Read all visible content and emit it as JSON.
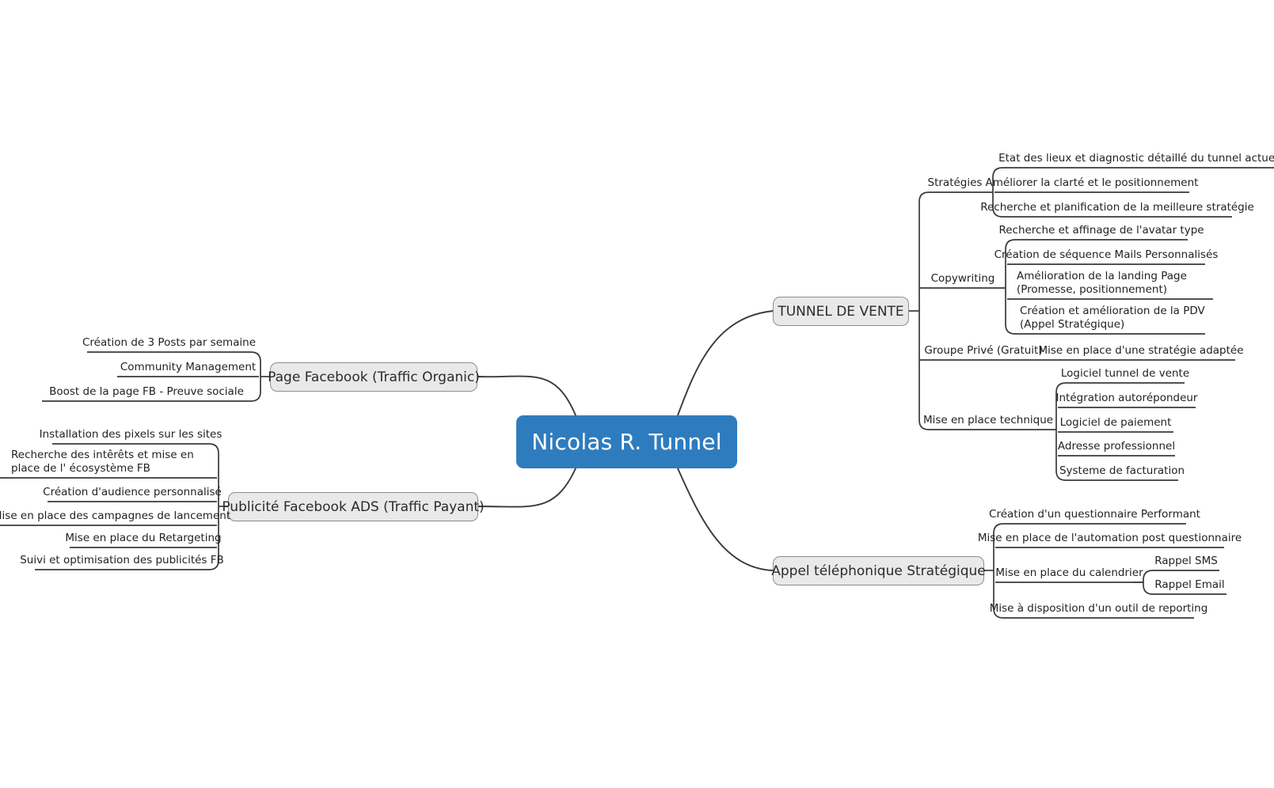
{
  "diagram": {
    "type": "mind-map",
    "title": "Nicolas R. Tunnel",
    "colors": {
      "root_fill": "#2e7cbe",
      "root_text": "#ffffff",
      "branch_fill": "#e9e9e9",
      "branch_border": "#8d8d8d",
      "connector": "#3a3a3a",
      "background": "#ffffff",
      "leaf_text": "#222222"
    },
    "root": {
      "label": "Nicolas R. Tunnel"
    },
    "branches": [
      {
        "id": "tunnel-de-vente",
        "label": "TUNNEL DE VENTE",
        "side": "right",
        "children": [
          {
            "label": "Stratégies",
            "children": [
              {
                "label": "Etat des lieux et diagnostic détaillé du tunnel actuel"
              },
              {
                "label": "Améliorer la clarté et le positionnement"
              },
              {
                "label": "Recherche et planification de la meilleure stratégie"
              }
            ]
          },
          {
            "label": "Copywriting",
            "children": [
              {
                "label": "Recherche et affinage de l'avatar type"
              },
              {
                "label": "Création de séquence Mails Personnalisés"
              },
              {
                "label": "Amélioration de la landing Page (Promesse, positionnement)"
              },
              {
                "label": "Création et amélioration de la PDV (Appel Stratégique)"
              }
            ]
          },
          {
            "label": "Groupe Privé (Gratuit)",
            "children": [
              {
                "label": "Mise en place d'une stratégie adaptée"
              }
            ]
          },
          {
            "label": "Mise en place technique",
            "children": [
              {
                "label": "Logiciel tunnel de vente"
              },
              {
                "label": "Intégration autorépondeur"
              },
              {
                "label": "Logiciel de paiement"
              },
              {
                "label": "Adresse professionnel"
              },
              {
                "label": "Systeme de facturation"
              }
            ]
          }
        ]
      },
      {
        "id": "appel-telephonique",
        "label": "Appel téléphonique Stratégique",
        "side": "right",
        "children": [
          {
            "label": "Création d'un questionnaire Performant"
          },
          {
            "label": "Mise en place de l'automation post questionnaire"
          },
          {
            "label": "Mise en place du calendrier",
            "children": [
              {
                "label": "Rappel SMS"
              },
              {
                "label": "Rappel Email"
              }
            ]
          },
          {
            "label": "Mise à disposition d'un outil de reporting"
          }
        ]
      },
      {
        "id": "page-facebook",
        "label": "Page Facebook (Traffic Organic)",
        "side": "left",
        "children": [
          {
            "label": "Création de 3 Posts par semaine"
          },
          {
            "label": "Community Management"
          },
          {
            "label": "Boost de la page FB - Preuve sociale"
          }
        ]
      },
      {
        "id": "publicite-facebook-ads",
        "label": "Publicité Facebook ADS (Traffic Payant)",
        "side": "left",
        "children": [
          {
            "label": "Installation des pixels sur les sites"
          },
          {
            "label": "Recherche des intêrêts et mise en place de l' écosystème FB"
          },
          {
            "label": "Création d'audience personnalisé"
          },
          {
            "label": "Mise en place des  campagnes de lancement"
          },
          {
            "label": "Mise en place du Retargeting"
          },
          {
            "label": "Suivi et optimisation des publicités FB"
          }
        ]
      }
    ]
  }
}
